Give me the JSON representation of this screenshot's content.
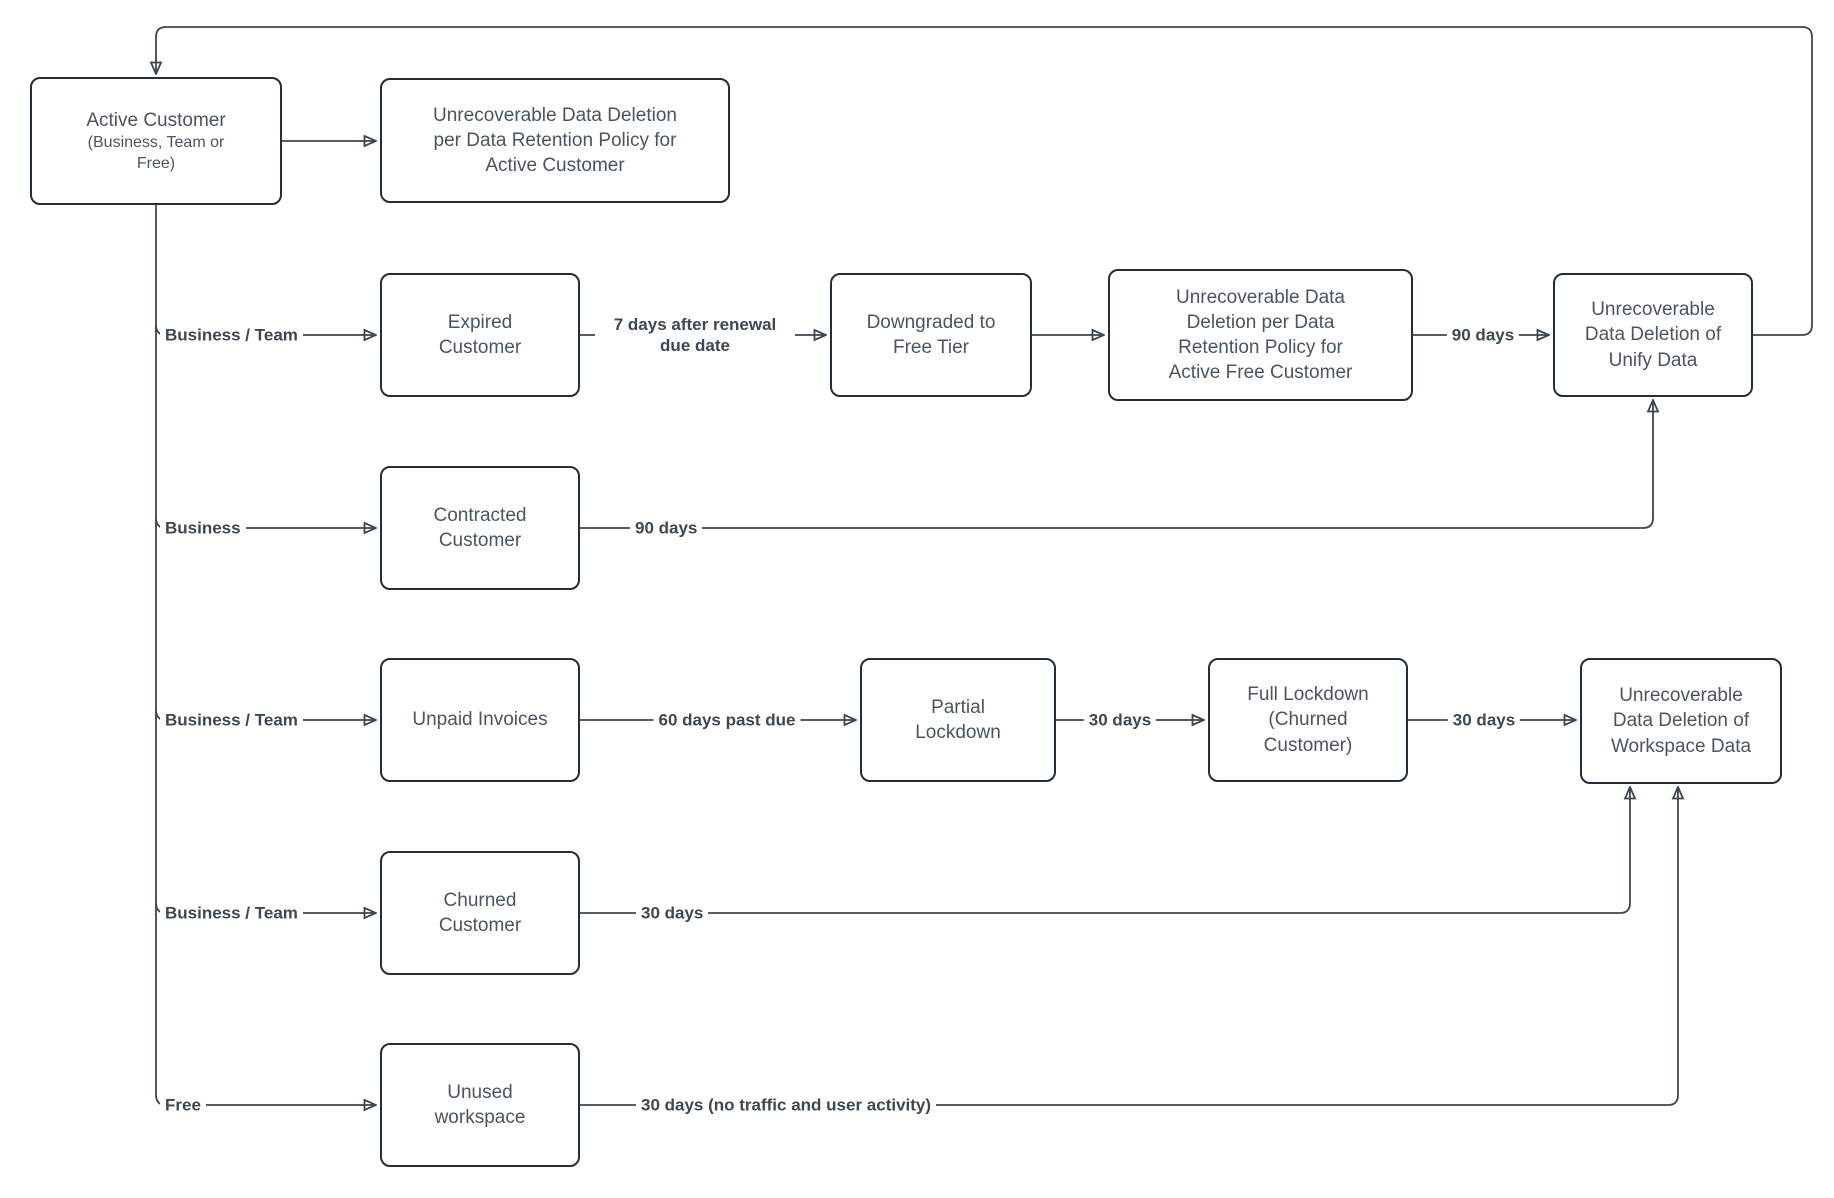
{
  "diagram": {
    "colors": {
      "node_border": "#242d3a",
      "edge_line": "#3c4651",
      "node_text": "#4b5561",
      "edge_label_text": "#3d4853",
      "node_fill": "#ffffff",
      "background": "#ffffff"
    },
    "nodes": {
      "active_customer": {
        "title": "Active Customer",
        "subtitle_lines": [
          "(Business, Team or",
          "Free)"
        ]
      },
      "deletion_active": {
        "lines": [
          "Unrecoverable Data Deletion",
          "per Data Retention Policy for",
          "Active Customer"
        ]
      },
      "expired_customer": {
        "lines": [
          "Expired",
          "Customer"
        ]
      },
      "downgraded_free_tier": {
        "lines": [
          "Downgraded to",
          "Free Tier"
        ]
      },
      "deletion_active_free": {
        "lines": [
          "Unrecoverable Data",
          "Deletion per Data",
          "Retention Policy for",
          "Active Free Customer"
        ]
      },
      "deletion_unify": {
        "lines": [
          "Unrecoverable",
          "Data Deletion of",
          "Unify Data"
        ]
      },
      "contracted_customer": {
        "lines": [
          "Contracted",
          "Customer"
        ]
      },
      "unpaid_invoices": {
        "lines": [
          "Unpaid Invoices"
        ]
      },
      "partial_lockdown": {
        "lines": [
          "Partial",
          "Lockdown"
        ]
      },
      "full_lockdown": {
        "lines": [
          "Full Lockdown",
          "(Churned",
          "Customer)"
        ]
      },
      "deletion_workspace": {
        "lines": [
          "Unrecoverable",
          "Data Deletion of",
          "Workspace Data"
        ]
      },
      "churned_customer": {
        "lines": [
          "Churned",
          "Customer"
        ]
      },
      "unused_workspace": {
        "lines": [
          "Unused",
          "workspace"
        ]
      }
    },
    "edge_labels": {
      "branch_expired": "Business / Team",
      "branch_contracted": "Business",
      "branch_unpaid": "Business / Team",
      "branch_churned": "Business / Team",
      "branch_unused": "Free",
      "expired_to_downgraded": "7 days after renewal due date",
      "free_deletion_to_unify": "90 days",
      "contracted_to_unify": "90 days",
      "unpaid_to_partial": "60 days past due",
      "partial_to_full": "30 days",
      "full_to_workspace": "30 days",
      "churned_to_workspace": "30 days",
      "unused_to_workspace": "30 days (no traffic and user activity)"
    }
  }
}
